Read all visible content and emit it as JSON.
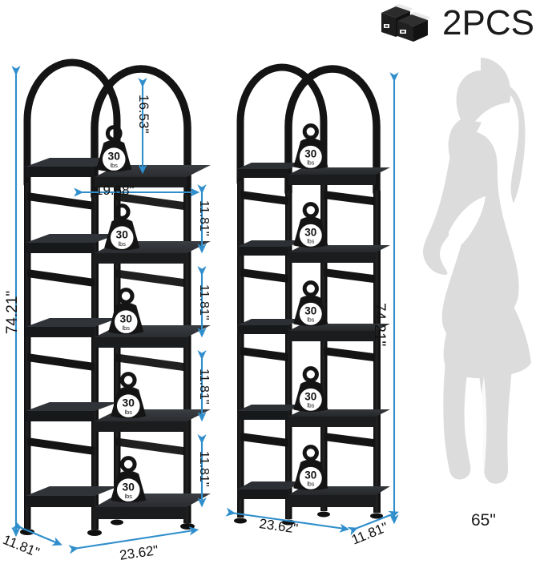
{
  "badge": {
    "label": "2PCS",
    "icon": "two-boxes-icon"
  },
  "product": {
    "name": "arched-5-tier-bookshelf",
    "units_shown": 2,
    "shelf_count": 5,
    "frame_color": "#151515",
    "accent_color": "#2f8ecb",
    "silhouette_color": "#dcdcdc"
  },
  "dimensions": {
    "left_unit": {
      "total_height": "74.21\"",
      "arch_clearance": "16.53\"",
      "shelf_width_inner": "19.68\"",
      "tier_gaps": [
        "11.81\"",
        "11.81\"",
        "11.81\"",
        "11.81\""
      ],
      "base_depth": "11.81\"",
      "base_width": "23.62\""
    },
    "right_unit": {
      "total_height": "74.21\"",
      "base_width": "23.62\"",
      "base_depth": "11.81\""
    }
  },
  "weight_badges": {
    "value": "30",
    "unit": "lbs",
    "left_unit_count": 5,
    "right_unit_count": 5
  },
  "human_reference": {
    "label": "65\"",
    "icon": "woman-silhouette"
  }
}
